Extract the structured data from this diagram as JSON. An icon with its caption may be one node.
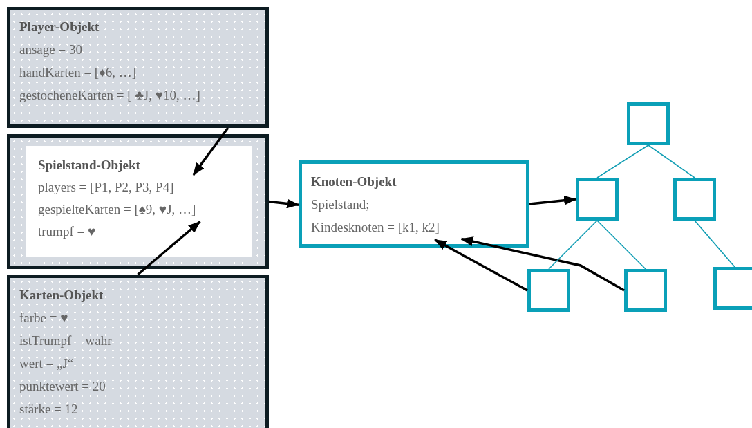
{
  "diagram": {
    "nodes": [
      {
        "text": [
          "Player-Objekt",
          "ansage = 30",
          "handKarten = [♦6, …]",
          "gestocheneKarten = [ ♣J, ♥10, …]"
        ]
      },
      {
        "text": [],
        "shape": "box"
      },
      {
        "text": [
          "Spielstand-Objekt",
          "players = [P1, P2, P3, P4]",
          "gespielteKarten = [♠9, ♥J, …]",
          "trumpf = ♥"
        ],
        "in": 1
      },
      {
        "text": [
          "Karten-Objekt",
          "farbe = ♥",
          "istTrumpf = wahr",
          "wert = „J“",
          "punktewert = 20",
          "stärke = 12"
        ]
      },
      {
        "text": [
          "Knoten-Objekt",
          "Spielstand;",
          "Kindesknoten = [k1, k2]"
        ]
      },
      {
        "text": [],
        "shape": "box"
      },
      {
        "text": [],
        "shape": "box"
      },
      {
        "text": [],
        "shape": "box"
      },
      {
        "text": [],
        "shape": "box"
      },
      {
        "text": [],
        "shape": "box"
      },
      {
        "text": [],
        "shape": "box"
      }
    ],
    "edges": [
      {
        "from": 0,
        "to": 2,
        "arrow": "to"
      },
      {
        "from": 3,
        "to": 2,
        "arrow": "to"
      },
      {
        "from": 1,
        "to": 4,
        "arrow": "to"
      },
      {
        "from": 4,
        "to": 6,
        "arrow": "to"
      },
      {
        "from": 8,
        "to": 4,
        "arrow": "to"
      },
      {
        "from": 9,
        "to": 4,
        "arrow": "to"
      },
      {
        "from": 5,
        "to": 6,
        "arrow": "none",
        "color": "#0f9db3"
      },
      {
        "from": 5,
        "to": 7,
        "arrow": "none",
        "color": "#0f9db3"
      },
      {
        "from": 6,
        "to": 8,
        "arrow": "none",
        "color": "#0f9db3"
      },
      {
        "from": 6,
        "to": 9,
        "arrow": "none",
        "color": "#0f9db3"
      },
      {
        "from": 7,
        "to": 10,
        "arrow": "none",
        "color": "#0f9db3"
      }
    ]
  }
}
